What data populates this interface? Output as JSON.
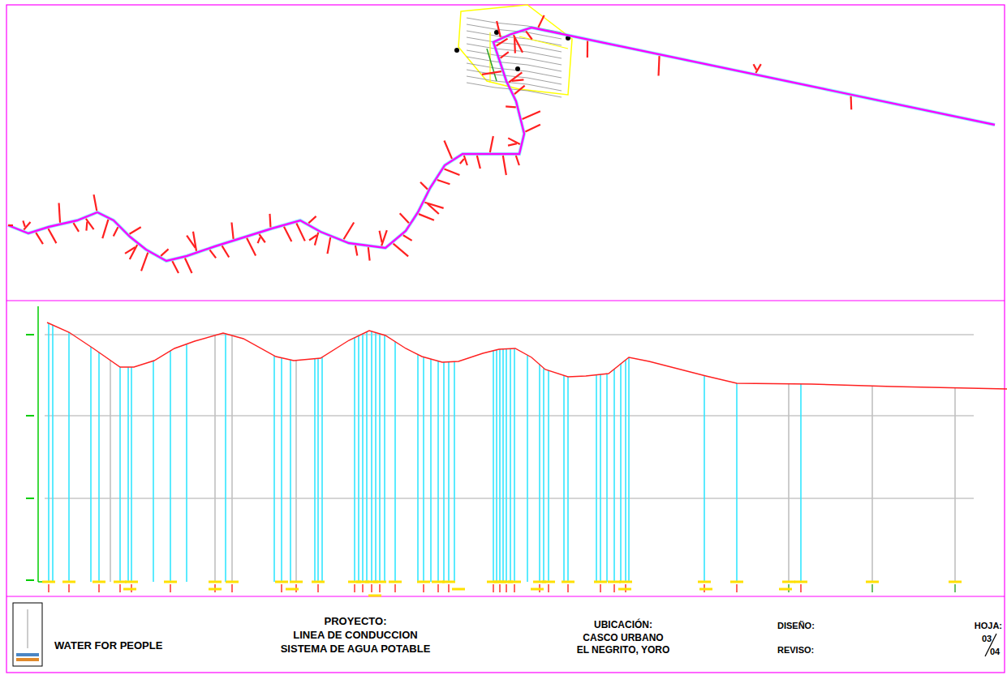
{
  "diagram": {
    "labels": [
      "WATER FOR PEOPLE",
      "PROYECTO:",
      "LINEA DE CONDUCCION",
      "SISTEMA DE AGUA POTABLE",
      "UBICACIÓN:",
      "CASCO URBANO",
      "EL NEGRITO, YORO",
      "DISEÑO:",
      "REVISO:",
      "HOJA:",
      "03",
      "04"
    ]
  }
}
